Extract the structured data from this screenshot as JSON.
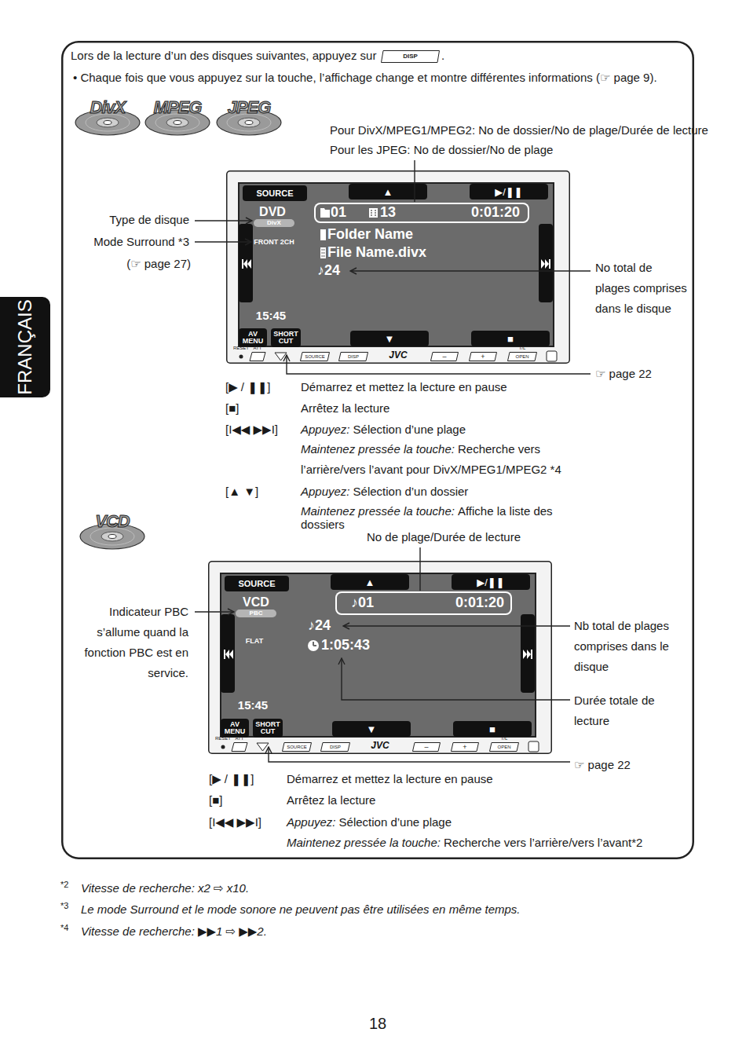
{
  "diagram": {
    "nodes": [
      {
        "text": [
          "Lors de la lecture d’un des disques suivantes, appuyez sur",
          "• Chaque fois que vous appuyez sur la touche, l’affichage change et montre différentes informations (☞ page 9)."
        ]
      },
      {
        "text": [
          "DISP"
        ],
        "in": 0
      },
      {
        "text": [
          "DivX"
        ],
        "in": 0
      },
      {
        "text": [
          "MPEG"
        ],
        "in": 0
      },
      {
        "text": [
          "JPEG"
        ],
        "in": 0
      },
      {
        "text": [
          "JVC"
        ],
        "in": 0
      },
      {
        "text": [
          "DVD",
          "FRONT 2CH",
          "Folder Name",
          "File Name.divx",
          "♪24",
          "15:45"
        ],
        "in": 5
      },
      {
        "text": [
          "SOURCE"
        ],
        "in": 6
      },
      {
        "text": [
          "▲"
        ],
        "in": 6
      },
      {
        "text": [
          "▶/❚❚"
        ],
        "in": 6
      },
      {
        "text": [
          "01",
          "13",
          "0:01:20"
        ],
        "in": 6
      },
      {
        "text": [
          "DivX"
        ],
        "in": 6
      },
      {
        "text": [
          "AV MENU"
        ],
        "in": 6
      },
      {
        "text": [
          "SHORT CUT"
        ],
        "in": 6
      },
      {
        "text": [
          "▼"
        ],
        "in": 6
      },
      {
        "text": [
          "■"
        ],
        "in": 6
      },
      {
        "text": [
          "SOURCE"
        ],
        "in": 5
      },
      {
        "text": [
          "DISP"
        ],
        "in": 5
      },
      {
        "text": [
          "–"
        ],
        "in": 5
      },
      {
        "text": [
          "+"
        ],
        "in": 5
      },
      {
        "text": [
          "T/L",
          "OPEN"
        ],
        "in": 5
      },
      {
        "text": [
          "VCD"
        ],
        "in": 0
      },
      {
        "text": [
          "JVC"
        ],
        "in": 0
      },
      {
        "text": [
          "VCD",
          "FLAT",
          "♪24",
          "1:05:43",
          "15:45"
        ],
        "in": 22
      },
      {
        "text": [
          "SOURCE"
        ],
        "in": 23
      },
      {
        "text": [
          "▲"
        ],
        "in": 23
      },
      {
        "text": [
          "▶/❚❚"
        ],
        "in": 23
      },
      {
        "text": [
          "♪01",
          "0:01:20"
        ],
        "in": 23
      },
      {
        "text": [
          "PBC"
        ],
        "in": 23
      },
      {
        "text": [
          "AV MENU"
        ],
        "in": 23
      },
      {
        "text": [
          "SHORT CUT"
        ],
        "in": 23
      },
      {
        "text": [
          "▼"
        ],
        "in": 23
      },
      {
        "text": [
          "■"
        ],
        "in": 23
      },
      {
        "text": [
          "SOURCE"
        ],
        "in": 22
      },
      {
        "text": [
          "DISP"
        ],
        "in": 22
      },
      {
        "text": [
          "–"
        ],
        "in": 22
      },
      {
        "text": [
          "+"
        ],
        "in": 22
      },
      {
        "text": [
          "T/L",
          "OPEN"
        ],
        "in": 22
      },
      {
        "text": [
          "FRANÇAIS"
        ]
      }
    ],
    "labels": [
      ".",
      "Pour DivX/MPEG1/MPEG2: No de dossier/No de plage/Durée de lecture",
      "Pour les JPEG: No de dossier/No de plage",
      "Type de disque",
      "Mode Surround *3",
      "(☞ page 27)",
      "No total de plages comprises dans le disque",
      "RESET",
      "ATT",
      "☞ page 22",
      "[▶ / ❚❚]",
      "Démarrez et mettez la lecture en pause",
      "[■]",
      "Arrêtez la lecture",
      "[I◀◀ ▶▶I]",
      "Appuyez:",
      "Sélection d’une plage",
      "Maintenez pressée la touche:",
      "Recherche vers l’arrière/vers l’avant pour DivX/MPEG1/MPEG2 *4",
      "[▲ ▼]",
      "Appuyez:",
      "Sélection d’un dossier",
      "Maintenez pressée la touche:",
      "Affiche la liste des dossiers",
      "No de plage/Durée de lecture",
      "Indicateur PBC s’allume quand la fonction PBC est en service.",
      "RESET",
      "ATT",
      "Nb total de plages comprises dans le disque",
      "Durée totale de lecture",
      "☞ page 22",
      "[▶ / ❚❚]",
      "Démarrez et mettez la lecture en pause",
      "[■]",
      "Arrêtez la lecture",
      "[I◀◀ ▶▶I]",
      "Appuyez:",
      "Sélection d’une plage",
      "Maintenez pressée la touche:",
      "Recherche vers l’arrière/vers l’avant*2",
      "*2",
      "Vitesse de recherche: x2 ⇨ x10.",
      "*3",
      "Le mode Surround et le mode sonore ne peuvent pas être utilisées en même temps.",
      "*4",
      "Vitesse de recherche: ▶▶1 ⇨ ▶▶2.",
      "18"
    ]
  }
}
